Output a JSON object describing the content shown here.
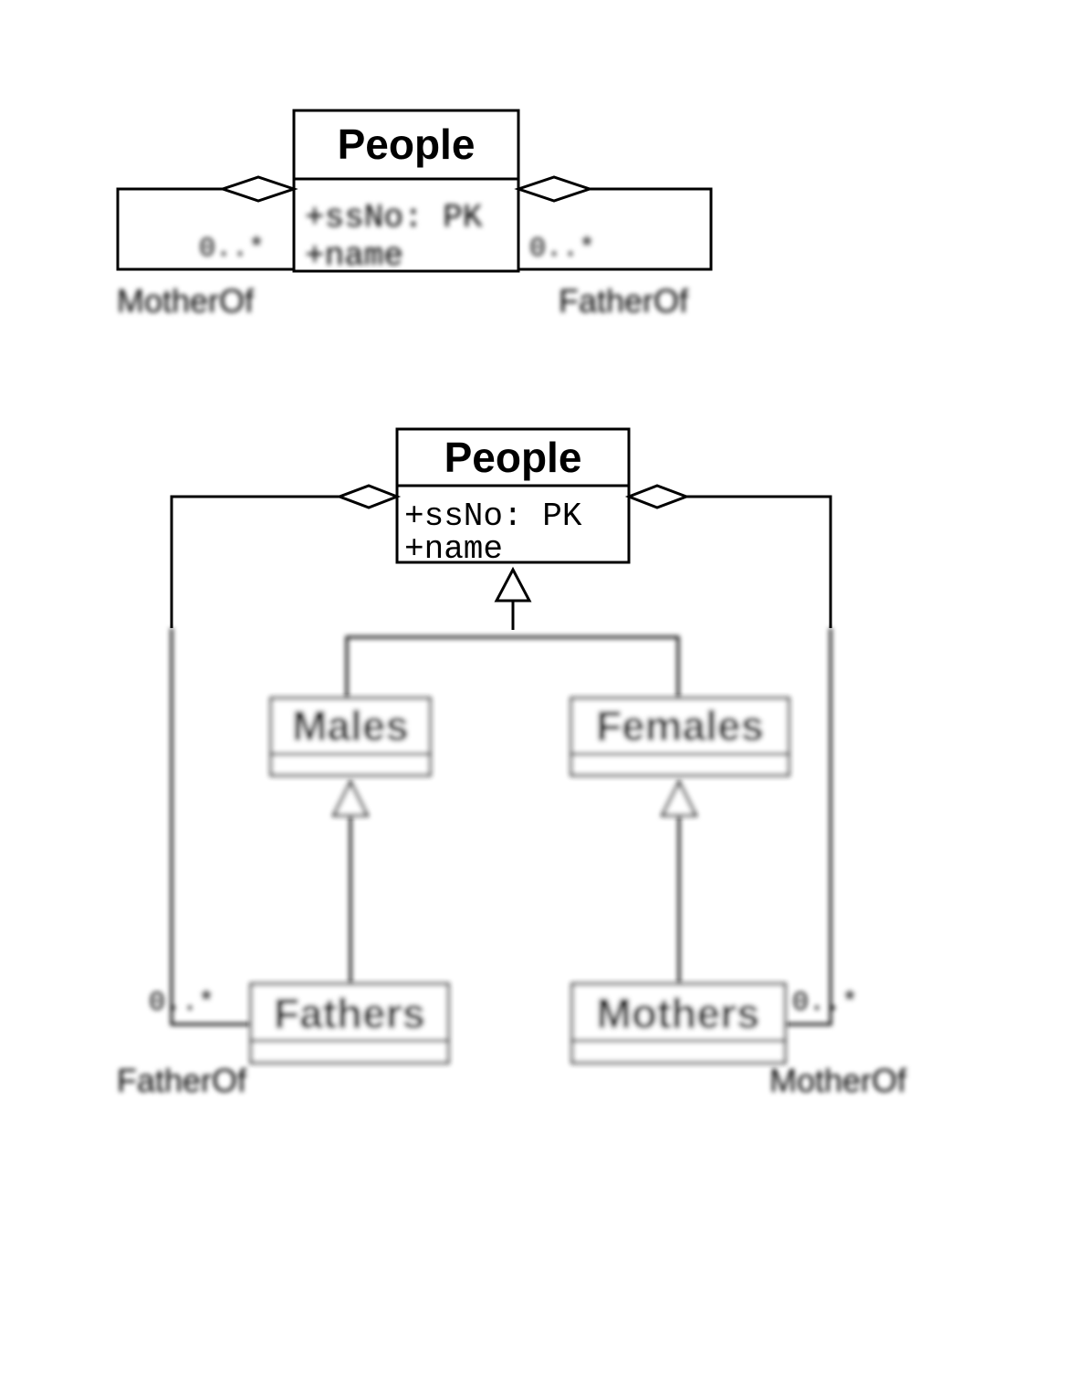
{
  "diagram1": {
    "class": {
      "name": "People",
      "attributes": [
        "+ssNo: PK",
        "+name"
      ]
    },
    "left_association": {
      "multiplicity": "0..*",
      "role": "MotherOf"
    },
    "right_association": {
      "multiplicity": "0..*",
      "role": "FatherOf"
    }
  },
  "diagram2": {
    "root": {
      "name": "People",
      "attributes": [
        "+ssNo: PK",
        "+name"
      ]
    },
    "males": {
      "name": "Males"
    },
    "females": {
      "name": "Females"
    },
    "fathers": {
      "name": "Fathers",
      "multiplicity": "0..*",
      "role": "FatherOf"
    },
    "mothers": {
      "name": "Mothers",
      "multiplicity": "0..*",
      "role": "MotherOf"
    }
  }
}
